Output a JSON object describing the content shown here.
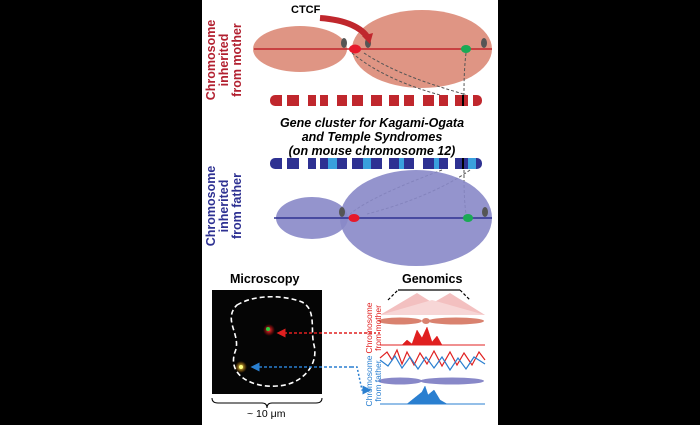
{
  "labels": {
    "ctcf": "CTCF",
    "maternal": [
      "Chromosome",
      "inherited",
      "from mother"
    ],
    "paternal": [
      "Chromosome",
      "inherited",
      "from father"
    ],
    "gene_cluster": [
      "Gene cluster for Kagami-Ogata",
      "and Temple Syndromes",
      "(on mouse chromosome 12)"
    ],
    "microscopy": "Microscopy",
    "genomics": "Genomics",
    "maternal_short": [
      "Chromosome",
      "from mother"
    ],
    "paternal_short": [
      "Chromosome",
      "from father"
    ],
    "scale": "~ 10 μm"
  },
  "colors": {
    "maternal": "#c0272d",
    "maternal_domain": "#d9826f",
    "paternal": "#2e3192",
    "paternal_domain": "#8888c8",
    "paternal_light": "#3aa0dd",
    "ctcf_anchor": "#555555",
    "gene_green": "#1aaa55"
  }
}
